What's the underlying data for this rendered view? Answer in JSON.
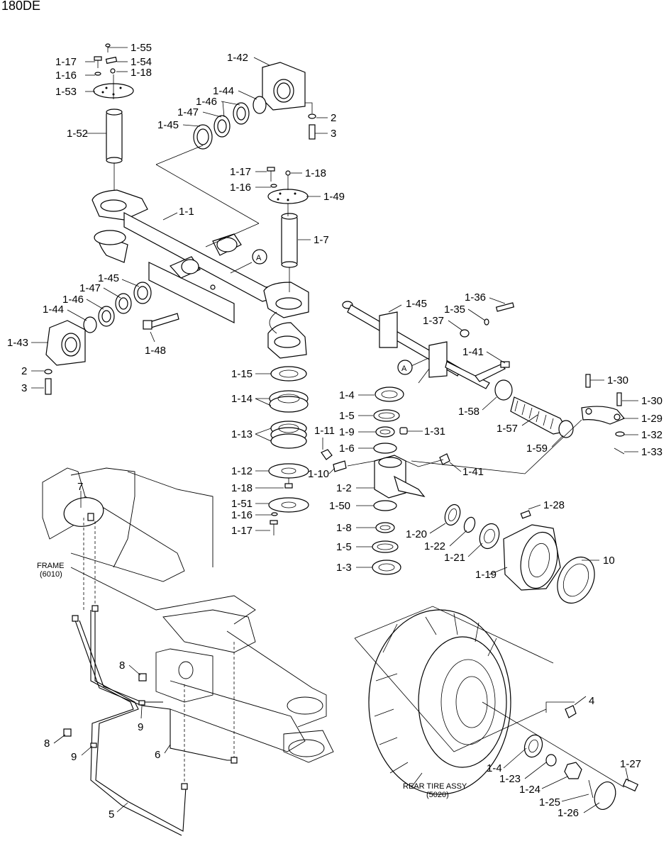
{
  "model_title": "180DE",
  "frame_label": {
    "line1": "FRAME",
    "line2": "(6010)"
  },
  "tire_label": {
    "line1": "REAR TIRE ASSY",
    "line2": "(5020)"
  },
  "section_marker": "A",
  "callouts": [
    "1-55",
    "1-17",
    "1-54",
    "1-16",
    "1-18",
    "1-53",
    "1-52",
    "1-42",
    "1-44",
    "1-46",
    "1-47",
    "1-45",
    "2",
    "3",
    "1-17",
    "1-18",
    "1-16",
    "1-49",
    "1-1",
    "1-7",
    "1-45",
    "1-47",
    "1-46",
    "1-44",
    "1-43",
    "2",
    "3",
    "1-48",
    "1-15",
    "1-14",
    "1-13",
    "1-12",
    "1-18",
    "1-51",
    "1-16",
    "1-17",
    "1-11",
    "1-10",
    "1-4",
    "1-5",
    "1-9",
    "1-31",
    "1-6",
    "1-2",
    "1-50",
    "1-8",
    "1-5",
    "1-3",
    "1-41",
    "1-20",
    "1-22",
    "1-21",
    "1-19",
    "1-28",
    "10",
    "1-45",
    "1-36",
    "1-35",
    "1-37",
    "1-41",
    "1-58",
    "1-57",
    "1-59",
    "1-30",
    "1-30",
    "1-29",
    "1-32",
    "1-33",
    "7",
    "8",
    "9",
    "8",
    "9",
    "6",
    "5",
    "4",
    "1-27",
    "1-4",
    "1-23",
    "1-24",
    "1-25",
    "1-26"
  ]
}
